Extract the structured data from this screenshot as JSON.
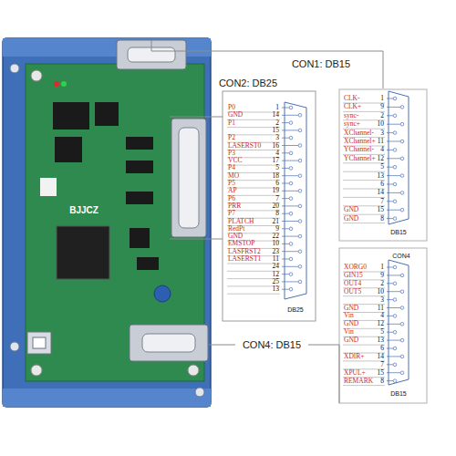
{
  "diagram": {
    "labels": [
      "CON1: DB15",
      "CON2: DB25",
      "P0",
      "1",
      "GND",
      "14",
      "P1",
      "2",
      "15",
      "P2",
      "3",
      "LASERST0",
      "16",
      "P3",
      "4",
      "VCC",
      "17",
      "P4",
      "5",
      "MO",
      "18",
      "P5",
      "6",
      "AP",
      "19",
      "P6",
      "7",
      "PRR",
      "20",
      "P7",
      "8",
      "PLATCH",
      "21",
      "RedPt",
      "9",
      "GND",
      "22",
      "EMSTOP",
      "10",
      "LASFRST2",
      "23",
      "LASERST1",
      "11",
      "24",
      "12",
      "25",
      "13",
      "DB25",
      "CLK-",
      "1",
      "CLK+",
      "9",
      "sync-",
      "2",
      "sync+",
      "10",
      "XChannel-",
      "3",
      "XChannel+",
      "11",
      "YChannel-",
      "4",
      "YChannel+",
      "12",
      "5",
      "13",
      "6",
      "14",
      "7",
      "GND",
      "15",
      "GND",
      "8",
      "DB15",
      "CON4",
      "XORG0",
      "1",
      "GIN15",
      "9",
      "OUT4",
      "2",
      "OUT5",
      "10",
      "3",
      "GND",
      "11",
      "Vin",
      "4",
      "GND",
      "12",
      "Vin",
      "5",
      "GND",
      "13",
      "6",
      "XDIR+",
      "14",
      "7",
      "XPUL+",
      "15",
      "REMARK",
      "8",
      "DB15",
      "CON4: DB15",
      "BJJCZ"
    ]
  }
}
